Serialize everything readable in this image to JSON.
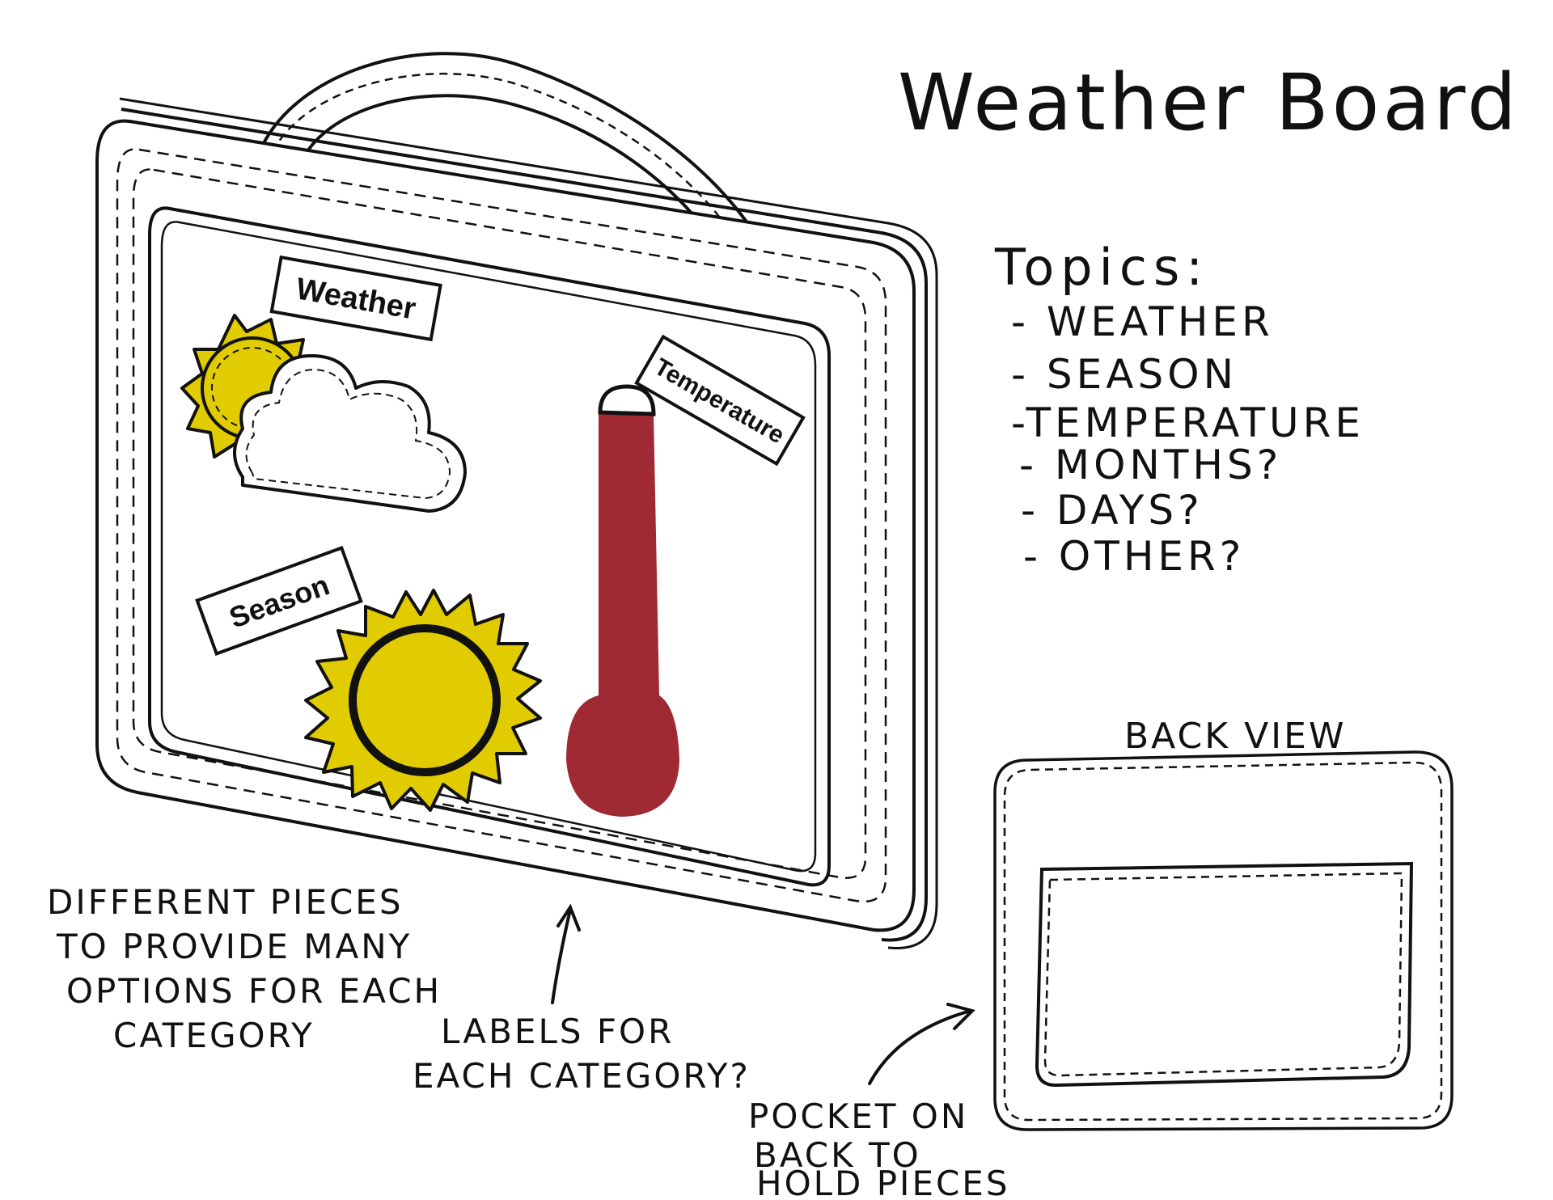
{
  "title": "Weather Board",
  "board_labels": {
    "weather": "Weather",
    "temperature": "Temperature",
    "season": "Season"
  },
  "topics": {
    "heading": "Topics:",
    "items": [
      "- WEATHER",
      "- SEASON",
      "-TEMPERATURE",
      "- MONTHS?",
      "- DAYS?",
      "- OTHER?"
    ]
  },
  "notes": {
    "pieces": [
      "DIFFERENT PIECES",
      "TO PROVIDE MANY",
      "OPTIONS FOR EACH",
      "CATEGORY"
    ],
    "labels": [
      "LABELS FOR",
      "EACH CATEGORY?"
    ],
    "pocket": [
      "POCKET ON",
      "BACK TO",
      "HOLD PIECES"
    ]
  },
  "back_view": {
    "label": "BACK VIEW"
  },
  "colors": {
    "sun_yellow": "#e0cc00",
    "thermometer_red": "#a02a33",
    "ink": "#111111"
  },
  "icons": [
    "sun-behind-cloud-icon",
    "sun-icon",
    "thermometer-icon",
    "arrow-icon"
  ]
}
